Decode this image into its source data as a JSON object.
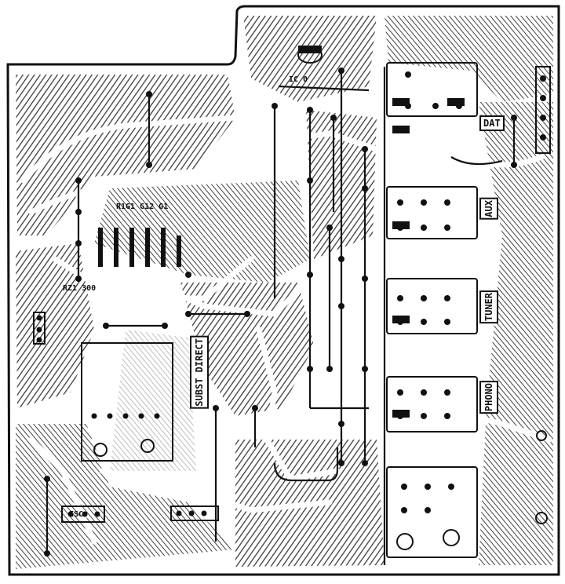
{
  "board": {
    "labels": {
      "dat": "DAT",
      "aux": "AUX",
      "tuner": "TUNER",
      "phono": "PHONO",
      "subst_direct": "SUBST DIRECT",
      "ic_top": "IC 0",
      "ic_mid": "R1G1 G12 G1",
      "rz": "RZ1 300",
      "bottom_mark": "ESC"
    }
  }
}
